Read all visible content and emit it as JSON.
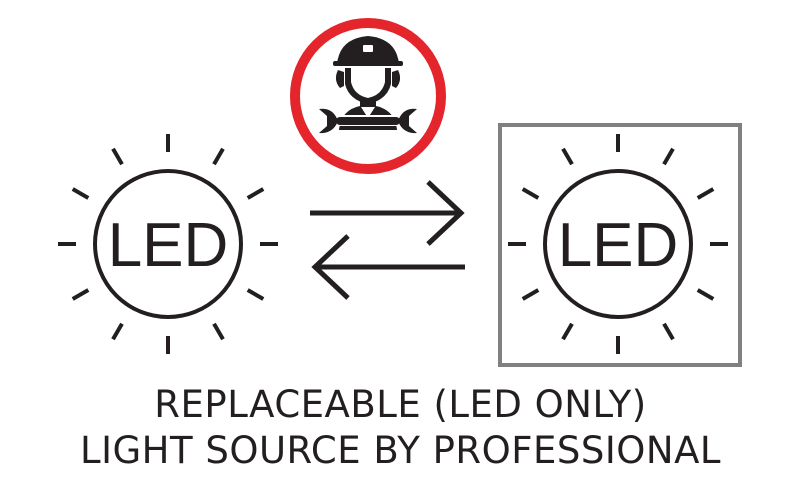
{
  "bulb_label": "LED",
  "caption": {
    "line1": "REPLACEABLE (LED ONLY)",
    "line2": "LIGHT SOURCE BY PROFESSIONAL"
  },
  "icons": {
    "left_bulb": "led-bulb-icon",
    "right_bulb": "led-bulb-icon",
    "swap": "swap-arrows-icon",
    "technician": "technician-with-wrench-icon"
  },
  "colors": {
    "ink": "#231f20",
    "badge_ring": "#e4262c",
    "frame": "#808080",
    "background": "#ffffff"
  }
}
